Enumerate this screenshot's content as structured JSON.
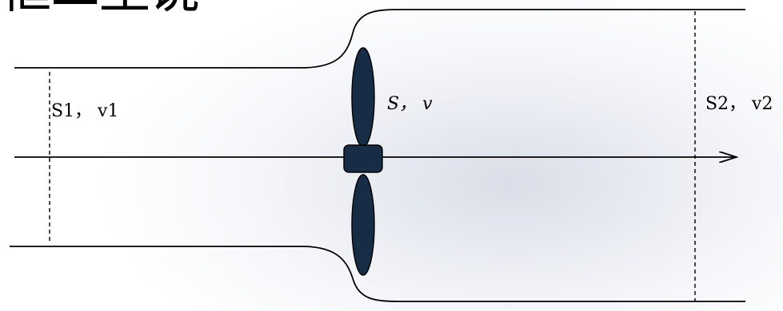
{
  "title_fragment": "框ユ型说",
  "labels": {
    "inlet": "S1， v1",
    "rotor": "S， v",
    "outlet": "S2， v2"
  },
  "colors": {
    "rotor_fill": "#172d46",
    "line": "#000000"
  }
}
